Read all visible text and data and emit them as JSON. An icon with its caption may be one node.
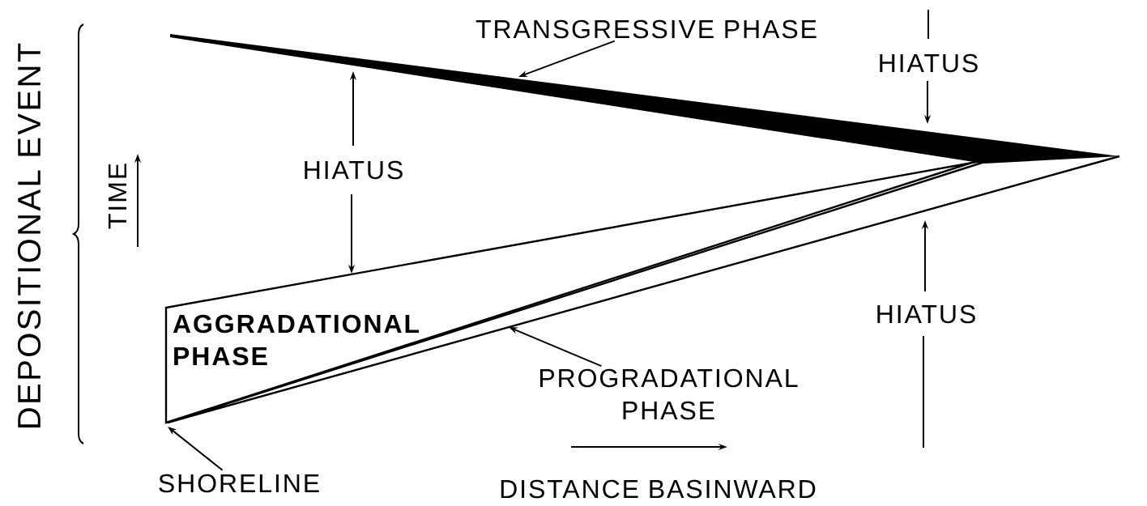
{
  "diagram": {
    "nodes": [
      {
        "text": [
          "TRANSGRESSIVE PHASE"
        ]
      },
      {
        "text": [
          "PROGRADATIONAL PHASE"
        ]
      },
      {
        "text": [
          "SHORELINE"
        ]
      },
      {
        "text": [
          "AGGRADATIONAL PHASE"
        ]
      }
    ],
    "edges": [
      {
        "from": 0,
        "to": null,
        "arrow": "to"
      },
      {
        "from": 1,
        "to": null,
        "arrow": "to"
      },
      {
        "from": 2,
        "to": null,
        "arrow": "to"
      }
    ],
    "labels": [
      "DEPOSITIONAL EVENT",
      "TIME",
      "HIATUS",
      "HIATUS",
      "HIATUS",
      "DISTANCE BASINWARD"
    ]
  }
}
